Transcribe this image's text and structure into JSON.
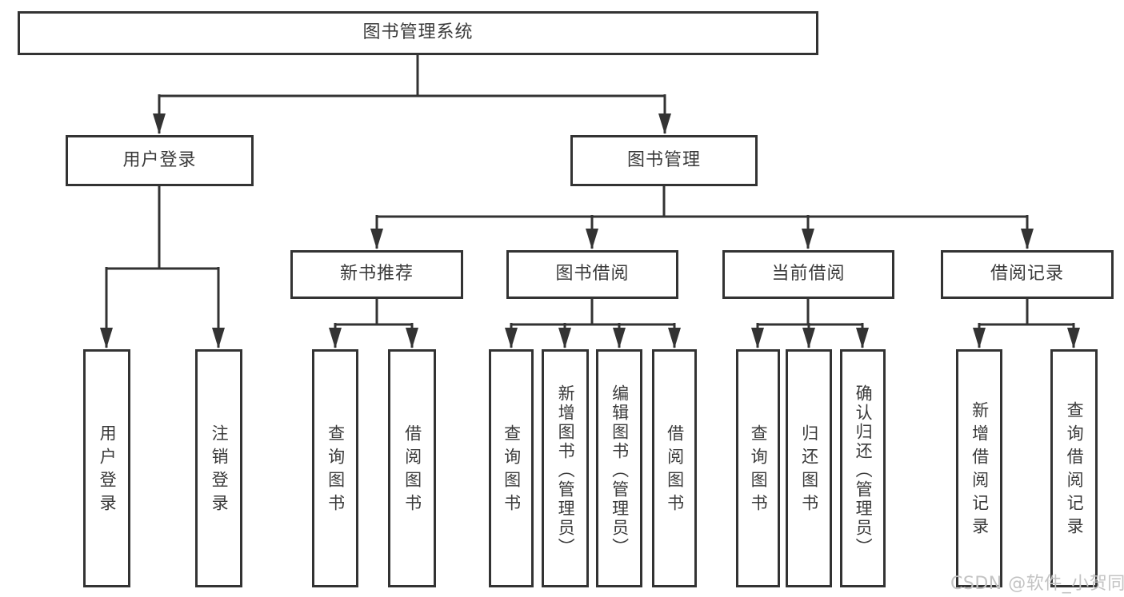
{
  "diagram": {
    "title": "图书管理系统",
    "nodes": {
      "root": {
        "label": "图书管理系统"
      },
      "level2": [
        {
          "id": "user-login",
          "label": "用户登录"
        },
        {
          "id": "book-management",
          "label": "图书管理"
        }
      ],
      "level3": [
        {
          "id": "new-book-recommend",
          "label": "新书推荐",
          "parent": "book-management"
        },
        {
          "id": "book-borrow",
          "label": "图书借阅",
          "parent": "book-management"
        },
        {
          "id": "current-borrow",
          "label": "当前借阅",
          "parent": "book-management"
        },
        {
          "id": "borrow-records",
          "label": "借阅记录",
          "parent": "book-management"
        }
      ],
      "leaves": [
        {
          "id": "user-login-leaf",
          "label": "用户登录",
          "parent": "user-login"
        },
        {
          "id": "logout",
          "label": "注销登录",
          "parent": "user-login"
        },
        {
          "id": "nb-query-books",
          "label": "查询图书",
          "parent": "new-book-recommend"
        },
        {
          "id": "nb-borrow-books",
          "label": "借阅图书",
          "parent": "new-book-recommend"
        },
        {
          "id": "bb-query-books",
          "label": "查询图书",
          "parent": "book-borrow"
        },
        {
          "id": "bb-add-books-admin",
          "label": "新增图书（管理员）",
          "parent": "book-borrow"
        },
        {
          "id": "bb-edit-books-admin",
          "label": "编辑图书（管理员）",
          "parent": "book-borrow"
        },
        {
          "id": "bb-borrow-books",
          "label": "借阅图书",
          "parent": "book-borrow"
        },
        {
          "id": "cb-query-books",
          "label": "查询图书",
          "parent": "current-borrow"
        },
        {
          "id": "cb-return-books",
          "label": "归还图书",
          "parent": "current-borrow"
        },
        {
          "id": "cb-confirm-return-admin",
          "label": "确认归还（管理员）",
          "parent": "current-borrow"
        },
        {
          "id": "br-add-record",
          "label": "新增借阅记录",
          "parent": "borrow-records"
        },
        {
          "id": "br-query-record",
          "label": "查询借阅记录",
          "parent": "borrow-records"
        }
      ]
    },
    "colors": {
      "line": "#333333",
      "text": "#3a3a3a",
      "box_background": "#ffffff",
      "watermark": "#c3c3c3"
    }
  },
  "watermark": {
    "text": "CSDN @软件_小贺同学"
  }
}
